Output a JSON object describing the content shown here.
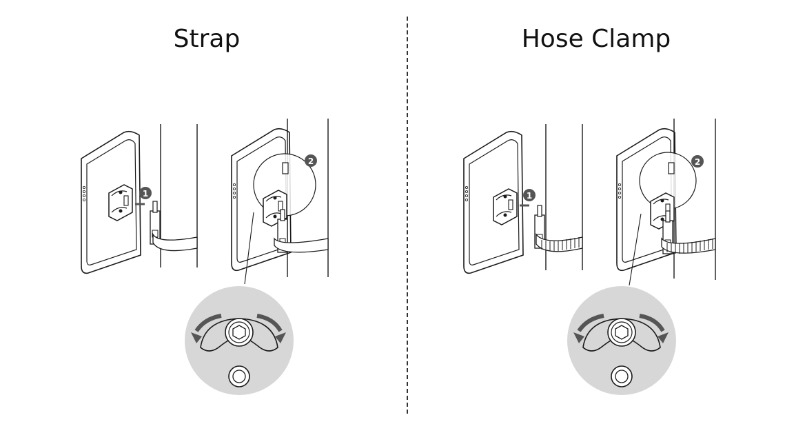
{
  "panels": [
    {
      "title": "Strap",
      "mount_type": "strap"
    },
    {
      "title": "Hose Clamp",
      "mount_type": "hose-clamp"
    }
  ],
  "step_markers": [
    "1",
    "2"
  ],
  "colors": {
    "line": "#1a1a1a",
    "marker_fill": "#555555",
    "detail_circle": "#d7d7d7",
    "arrow": "#555555"
  }
}
